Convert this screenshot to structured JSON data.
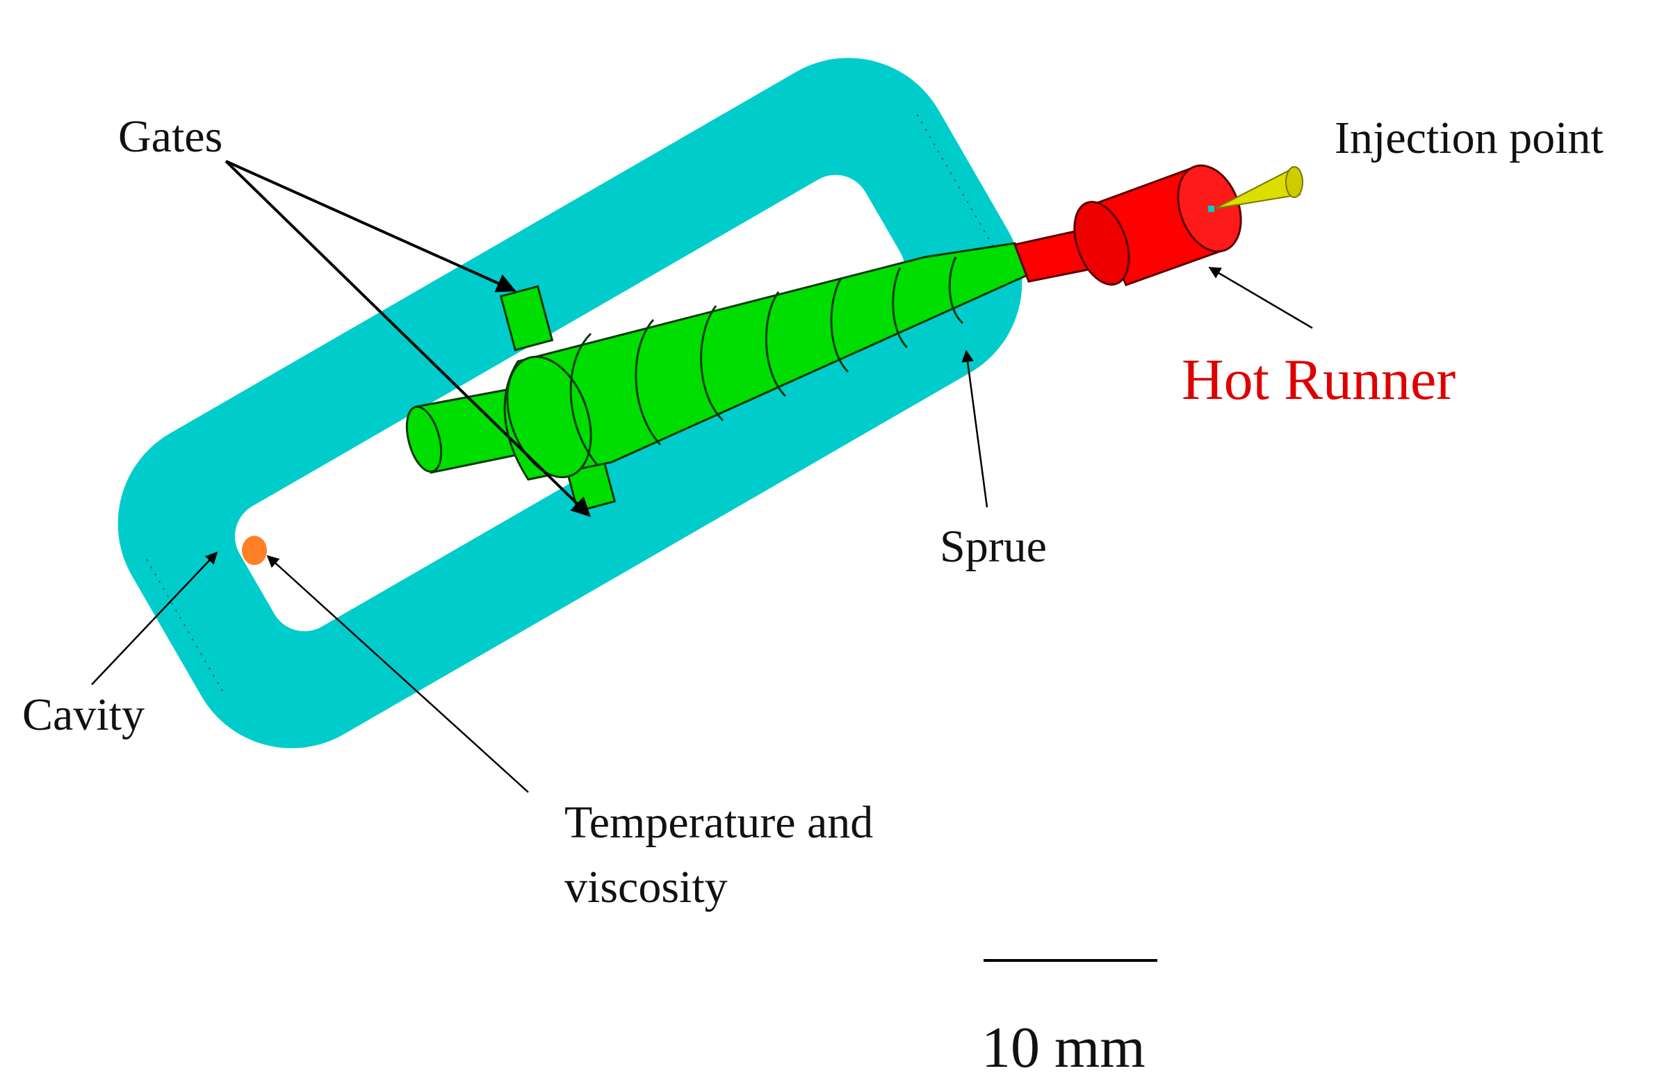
{
  "labels": {
    "gates": "Gates",
    "injection_point": "Injection point",
    "hot_runner": "Hot Runner",
    "sprue": "Sprue",
    "cavity": "Cavity",
    "temperature_line1": "Temperature and",
    "temperature_line2": "viscosity",
    "scale": "10 mm"
  },
  "colors": {
    "cavity": "#00cccc",
    "sprue": "#00dd00",
    "hot_runner": "#ff0000",
    "hot_runner_label": "#dd0000",
    "injection_cone": "#dddd00",
    "sensor_point": "#ff7f27"
  }
}
